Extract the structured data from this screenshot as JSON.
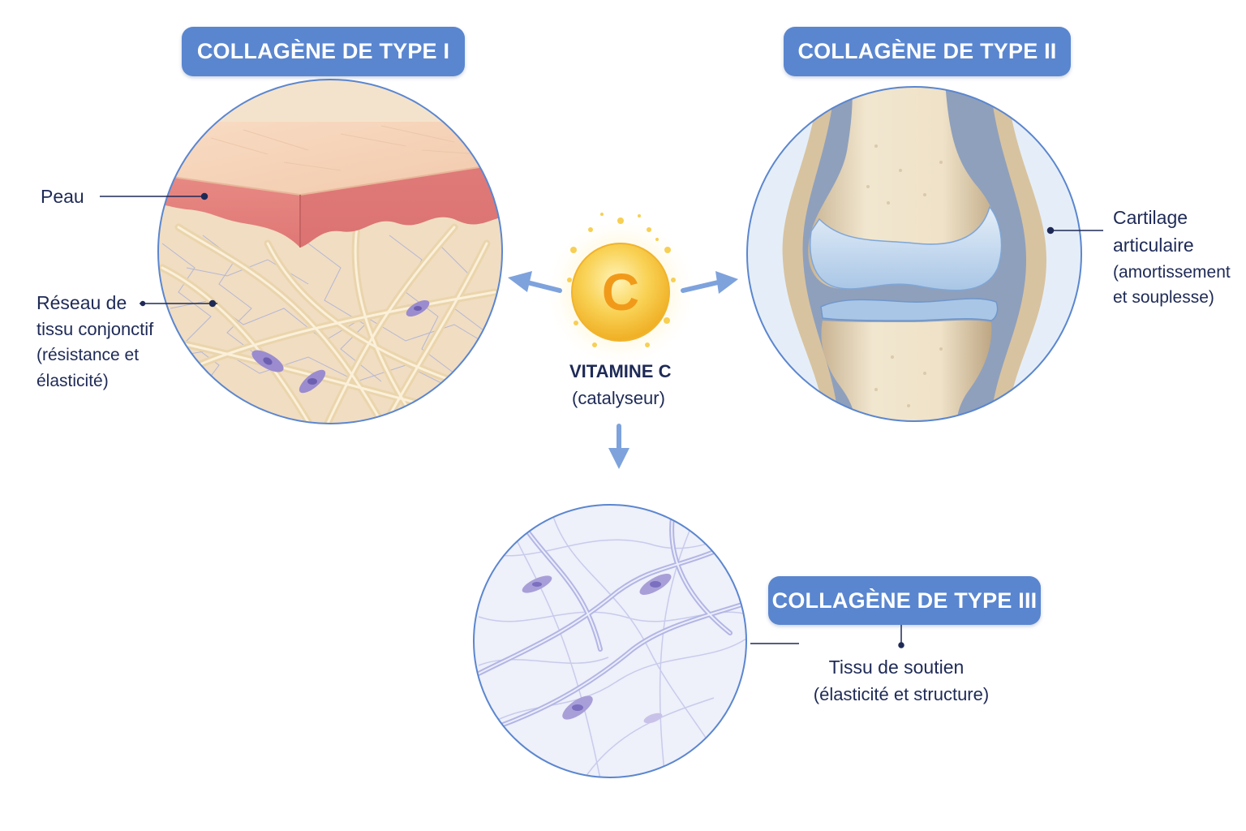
{
  "type1": {
    "badge": "COLLAGÈNE DE TYPE I",
    "labels": {
      "peau": "Peau",
      "reseau_line1": "Réseau de",
      "reseau_line2": "tissu conjonctif",
      "reseau_line3": "(résistance et",
      "reseau_line4": "élasticité)"
    }
  },
  "type2": {
    "badge": "COLLAGÈNE DE TYPE II",
    "labels": {
      "line1": "Cartilage",
      "line2": "articulaire",
      "line3": "(amortissement",
      "line4": "et souplesse)"
    }
  },
  "type3": {
    "badge": "COLLAGÈNE DE TYPE III",
    "labels": {
      "line1": "Tissu de soutien",
      "line2": "(élasticité et structure)"
    }
  },
  "vitamin": {
    "letter": "C",
    "title": "VITAMINE C",
    "subtitle": "(catalyseur)"
  },
  "colors": {
    "badge": "#5a86cf",
    "label_text": "#1e2a56",
    "circle_border": "#5b86cf",
    "arrow": "#7ea2dc",
    "vitamin_orb": "#f6c23a",
    "vitamin_letter": "#f19a1a"
  }
}
